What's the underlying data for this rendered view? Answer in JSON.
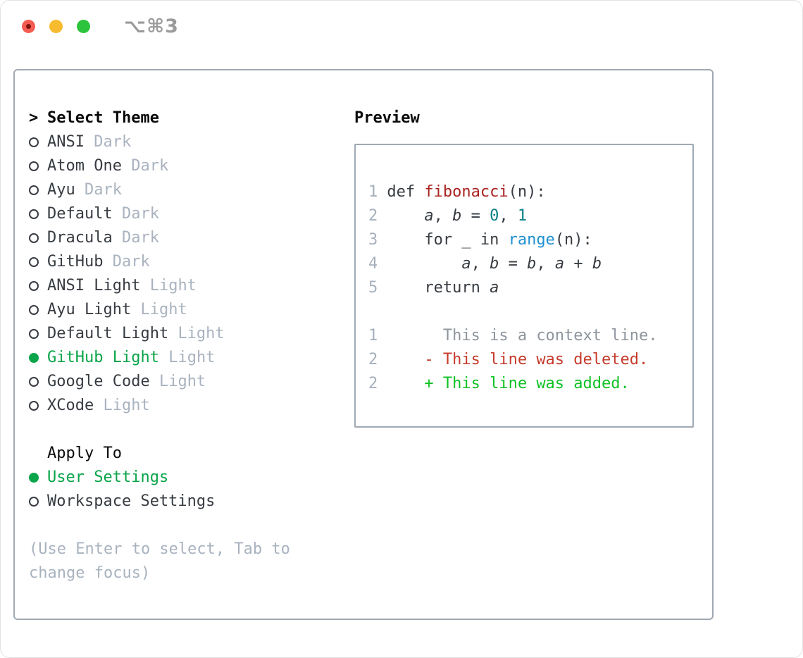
{
  "window": {
    "title": "⌥⌘3",
    "traffic_lights": {
      "close": "close",
      "minimize": "minimize",
      "zoom": "zoom"
    }
  },
  "colors": {
    "black": "#0a0a0a",
    "text": "#373c42",
    "muted": "#a9b3bf",
    "green": "#0aa44a",
    "border": "#9fa9b3",
    "lineno": "#a6b0bc",
    "func": "#a92320",
    "number": "#0c7f86",
    "builtin": "#2090d0",
    "context": "#8e959d",
    "deleted": "#c53b2b",
    "added": "#0fc224",
    "title": "#9b9b9b",
    "tl-red": "#f45c52",
    "tl-red-dot": "#7c150d",
    "tl-yellow": "#f8bb2f",
    "tl-green": "#2cc43c"
  },
  "theme_picker": {
    "header": {
      "prefix": ">",
      "label": "Select Theme"
    },
    "items": [
      {
        "name": "ANSI",
        "variant": "Dark",
        "selected": false
      },
      {
        "name": "Atom One",
        "variant": "Dark",
        "selected": false
      },
      {
        "name": "Ayu",
        "variant": "Dark",
        "selected": false
      },
      {
        "name": "Default",
        "variant": "Dark",
        "selected": false
      },
      {
        "name": "Dracula",
        "variant": "Dark",
        "selected": false
      },
      {
        "name": "GitHub",
        "variant": "Dark",
        "selected": false
      },
      {
        "name": "ANSI Light",
        "variant": "Light",
        "selected": false
      },
      {
        "name": "Ayu Light",
        "variant": "Light",
        "selected": false
      },
      {
        "name": "Default Light",
        "variant": "Light",
        "selected": false
      },
      {
        "name": "GitHub Light",
        "variant": "Light",
        "selected": true
      },
      {
        "name": "Google Code",
        "variant": "Light",
        "selected": false
      },
      {
        "name": "XCode",
        "variant": "Light",
        "selected": false
      }
    ],
    "apply_to": {
      "label": "Apply To",
      "options": [
        {
          "label": "User Settings",
          "selected": true
        },
        {
          "label": "Workspace Settings",
          "selected": false
        }
      ]
    },
    "hint": "(Use Enter to select, Tab to change focus)"
  },
  "preview": {
    "label": "Preview",
    "lines": [
      {
        "num": "1",
        "segs": [
          {
            "t": "def ",
            "c": "t"
          },
          {
            "t": "fibonacci",
            "c": "fn"
          },
          {
            "t": "(n):",
            "c": "t"
          }
        ]
      },
      {
        "num": "2",
        "segs": [
          {
            "t": "    ",
            "c": "t"
          },
          {
            "t": "a",
            "c": "var"
          },
          {
            "t": ", ",
            "c": "t"
          },
          {
            "t": "b",
            "c": "var"
          },
          {
            "t": " = ",
            "c": "t"
          },
          {
            "t": "0",
            "c": "num"
          },
          {
            "t": ", ",
            "c": "t"
          },
          {
            "t": "1",
            "c": "num"
          }
        ]
      },
      {
        "num": "3",
        "segs": [
          {
            "t": "    for _ in ",
            "c": "t"
          },
          {
            "t": "range",
            "c": "bi"
          },
          {
            "t": "(n):",
            "c": "t"
          }
        ]
      },
      {
        "num": "4",
        "segs": [
          {
            "t": "        ",
            "c": "t"
          },
          {
            "t": "a",
            "c": "var"
          },
          {
            "t": ", ",
            "c": "t"
          },
          {
            "t": "b",
            "c": "var"
          },
          {
            "t": " = ",
            "c": "t"
          },
          {
            "t": "b",
            "c": "var"
          },
          {
            "t": ", ",
            "c": "t"
          },
          {
            "t": "a",
            "c": "var"
          },
          {
            "t": " + ",
            "c": "t"
          },
          {
            "t": "b",
            "c": "var"
          }
        ]
      },
      {
        "num": "5",
        "segs": [
          {
            "t": "    return ",
            "c": "t"
          },
          {
            "t": "a",
            "c": "var"
          }
        ]
      },
      {
        "num": "",
        "segs": []
      },
      {
        "num": "1",
        "segs": [
          {
            "t": "      This is a context line.",
            "c": "ctx"
          }
        ]
      },
      {
        "num": "2",
        "segs": [
          {
            "t": "    - This line was deleted.",
            "c": "del"
          }
        ]
      },
      {
        "num": "2",
        "segs": [
          {
            "t": "    + This line was added.",
            "c": "add"
          }
        ]
      }
    ]
  }
}
